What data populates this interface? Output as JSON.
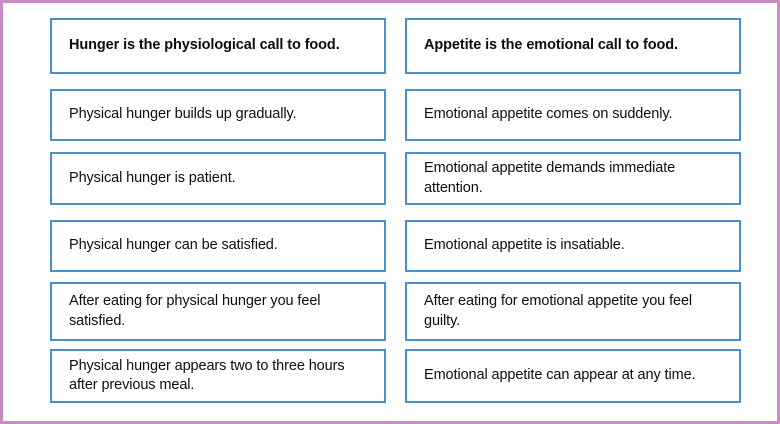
{
  "slide": {
    "outer_border_color": "#c98cc2",
    "box_border_color": "#4a90ce",
    "background_color": "#ffffff",
    "text_color": "#0d0d0d"
  },
  "columns": [
    {
      "id": "hunger",
      "header": "Hunger is the physiological call to food.",
      "items": [
        "Physical hunger builds up gradually.",
        "Physical hunger is patient.",
        "Physical hunger can be satisfied.",
        "After eating for physical hunger you feel satisfied.",
        "Physical hunger appears two to three hours after previous meal."
      ]
    },
    {
      "id": "appetite",
      "header": "Appetite is the emotional call to food.",
      "items": [
        "Emotional appetite comes on suddenly.",
        "Emotional appetite demands immediate attention.",
        "Emotional appetite is insatiable.",
        "After eating for emotional appetite you feel guilty.",
        "Emotional appetite can appear at any time."
      ]
    }
  ]
}
